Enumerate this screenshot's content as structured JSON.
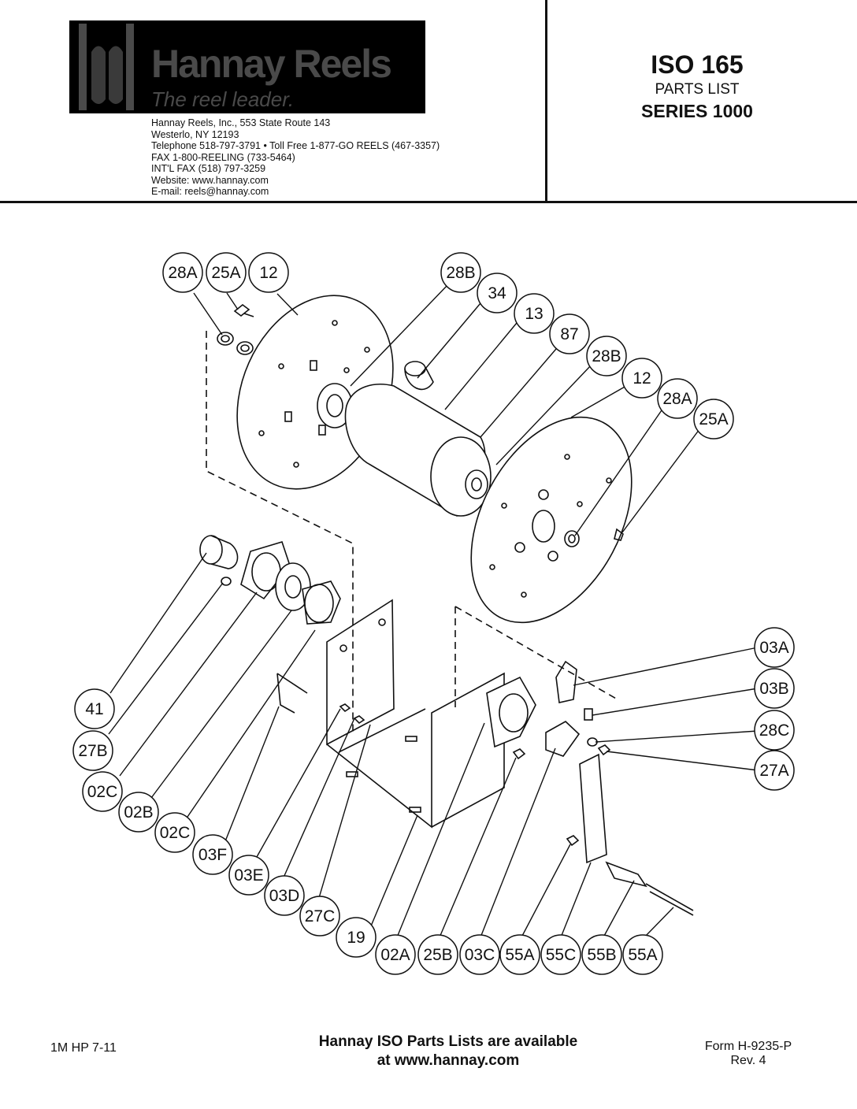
{
  "logo": {
    "name": "Hannay Reels",
    "tagline": "The reel leader."
  },
  "address": [
    "Hannay Reels, Inc., 553 State Route 143",
    "Westerlo, NY 12193",
    "Telephone 518-797-3791 • Toll Free 1-877-GO REELS (467-3357)",
    "FAX 1-800-REELING (733-5464)",
    "INT'L FAX (518) 797-3259",
    "Website: www.hannay.com",
    "E-mail: reels@hannay.com"
  ],
  "document": {
    "title": "ISO 165",
    "subtitle": "PARTS LIST",
    "series": "SERIES 1000"
  },
  "callouts": [
    "28A",
    "25A",
    "12",
    "28B",
    "34",
    "13",
    "87",
    "28B",
    "12",
    "28A",
    "25A",
    "03A",
    "03B",
    "28C",
    "27A",
    "41",
    "27B",
    "02C",
    "02B",
    "02C",
    "03F",
    "03E",
    "03D",
    "27C",
    "19",
    "02A",
    "25B",
    "03C",
    "55A",
    "55C",
    "55B",
    "55A"
  ],
  "footer": {
    "left": "1M HP 7-11",
    "center_line1": "Hannay ISO Parts Lists are available",
    "center_line2": "at www.hannay.com",
    "right_line1": "Form H-9235-P",
    "right_line2": "Rev. 4"
  }
}
